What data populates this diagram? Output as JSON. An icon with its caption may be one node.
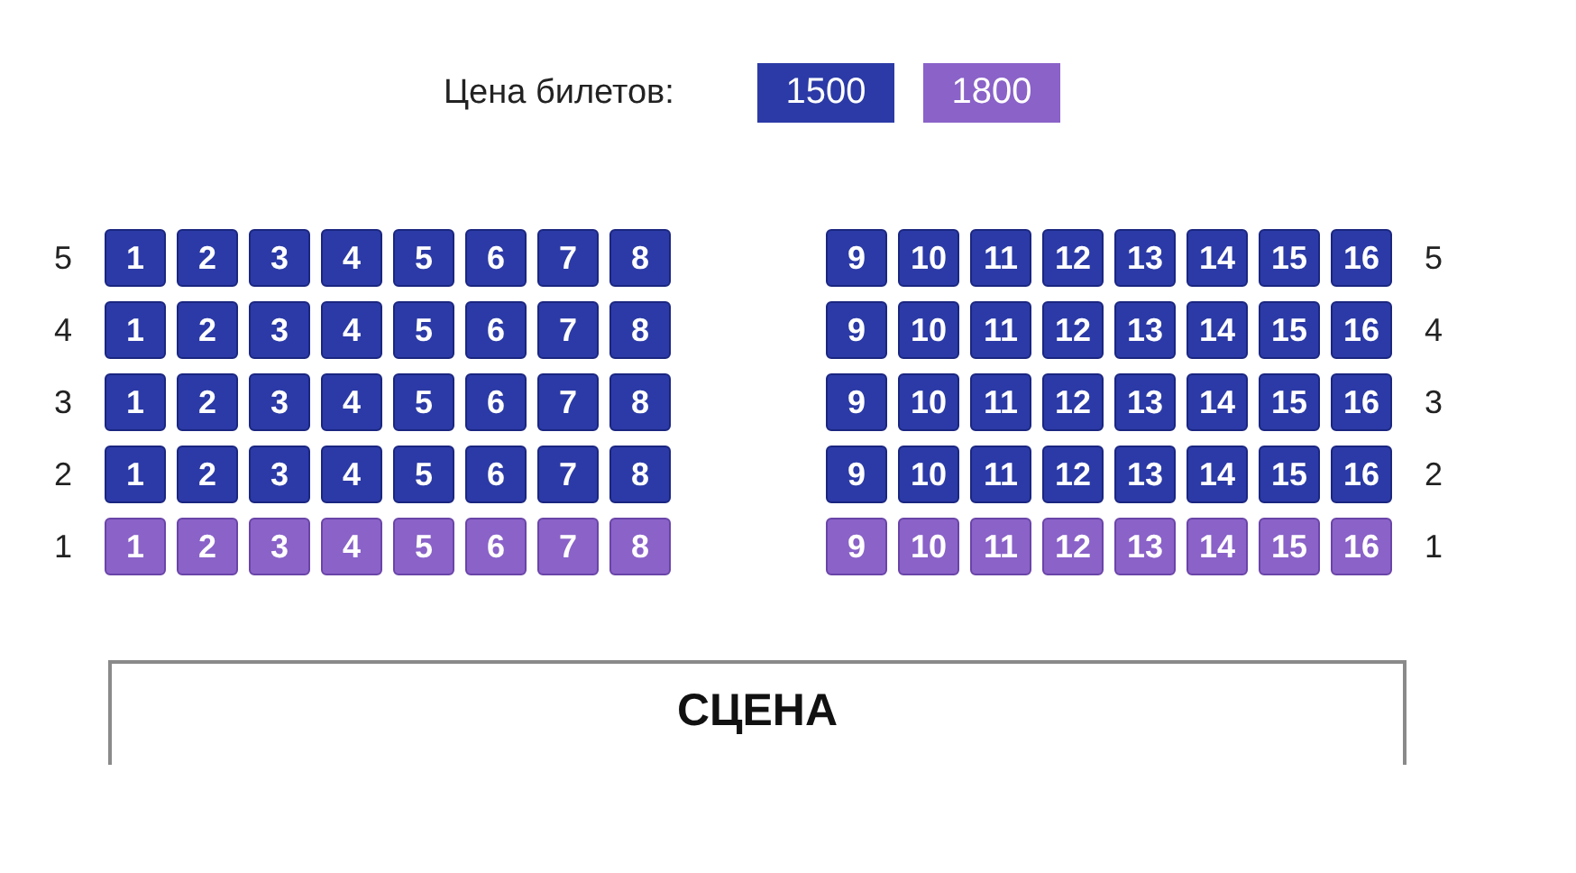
{
  "diagram": {
    "nodes": [
      {
        "text": [
          "1"
        ]
      },
      {
        "text": [
          "2"
        ]
      },
      {
        "text": [
          "3"
        ]
      },
      {
        "text": [
          "4"
        ]
      },
      {
        "text": [
          "5"
        ]
      },
      {
        "text": [
          "6"
        ]
      },
      {
        "text": [
          "7"
        ]
      },
      {
        "text": [
          "8"
        ]
      },
      {
        "text": [
          "9"
        ]
      },
      {
        "text": [
          "10"
        ]
      },
      {
        "text": [
          "11"
        ]
      },
      {
        "text": [
          "12"
        ]
      },
      {
        "text": [
          "13"
        ]
      },
      {
        "text": [
          "14"
        ]
      },
      {
        "text": [
          "15"
        ]
      },
      {
        "text": [
          "16"
        ]
      },
      {
        "text": [
          "1"
        ]
      },
      {
        "text": [
          "2"
        ]
      },
      {
        "text": [
          "3"
        ]
      },
      {
        "text": [
          "4"
        ]
      },
      {
        "text": [
          "5"
        ]
      },
      {
        "text": [
          "6"
        ]
      },
      {
        "text": [
          "7"
        ]
      },
      {
        "text": [
          "8"
        ]
      },
      {
        "text": [
          "9"
        ]
      },
      {
        "text": [
          "10"
        ]
      },
      {
        "text": [
          "11"
        ]
      },
      {
        "text": [
          "12"
        ]
      },
      {
        "text": [
          "13"
        ]
      },
      {
        "text": [
          "14"
        ]
      },
      {
        "text": [
          "15"
        ]
      },
      {
        "text": [
          "16"
        ]
      },
      {
        "text": [
          "1"
        ]
      },
      {
        "text": [
          "2"
        ]
      },
      {
        "text": [
          "3"
        ]
      },
      {
        "text": [
          "4"
        ]
      },
      {
        "text": [
          "5"
        ]
      },
      {
        "text": [
          "6"
        ]
      },
      {
        "text": [
          "7"
        ]
      },
      {
        "text": [
          "8"
        ]
      },
      {
        "text": [
          "9"
        ]
      },
      {
        "text": [
          "10"
        ]
      },
      {
        "text": [
          "11"
        ]
      },
      {
        "text": [
          "12"
        ]
      },
      {
        "text": [
          "13"
        ]
      },
      {
        "text": [
          "14"
        ]
      },
      {
        "text": [
          "15"
        ]
      },
      {
        "text": [
          "16"
        ]
      },
      {
        "text": [
          "1"
        ]
      },
      {
        "text": [
          "2"
        ]
      },
      {
        "text": [
          "3"
        ]
      },
      {
        "text": [
          "4"
        ]
      },
      {
        "text": [
          "5"
        ]
      },
      {
        "text": [
          "6"
        ]
      },
      {
        "text": [
          "7"
        ]
      },
      {
        "text": [
          "8"
        ]
      },
      {
        "text": [
          "9"
        ]
      },
      {
        "text": [
          "10"
        ]
      },
      {
        "text": [
          "11"
        ]
      },
      {
        "text": [
          "12"
        ]
      },
      {
        "text": [
          "13"
        ]
      },
      {
        "text": [
          "14"
        ]
      },
      {
        "text": [
          "15"
        ]
      },
      {
        "text": [
          "16"
        ]
      },
      {
        "text": [
          "1"
        ]
      },
      {
        "text": [
          "2"
        ]
      },
      {
        "text": [
          "3"
        ]
      },
      {
        "text": [
          "4"
        ]
      },
      {
        "text": [
          "5"
        ]
      },
      {
        "text": [
          "6"
        ]
      },
      {
        "text": [
          "7"
        ]
      },
      {
        "text": [
          "8"
        ]
      },
      {
        "text": [
          "9"
        ]
      },
      {
        "text": [
          "10"
        ]
      },
      {
        "text": [
          "11"
        ]
      },
      {
        "text": [
          "12"
        ]
      },
      {
        "text": [
          "13"
        ]
      },
      {
        "text": [
          "14"
        ]
      },
      {
        "text": [
          "15"
        ]
      },
      {
        "text": [
          "16"
        ]
      },
      {
        "text": [
          "СЦЕНА"
        ]
      }
    ],
    "labels": [
      "Цена билетов:",
      "5",
      "5",
      "4",
      "4",
      "3",
      "3",
      "2",
      "2",
      "1",
      "1"
    ],
    "legend": [
      {
        "text": "1500",
        "color": "#2b3aa6"
      },
      {
        "text": "1800",
        "color": "#8a62c8"
      }
    ]
  }
}
